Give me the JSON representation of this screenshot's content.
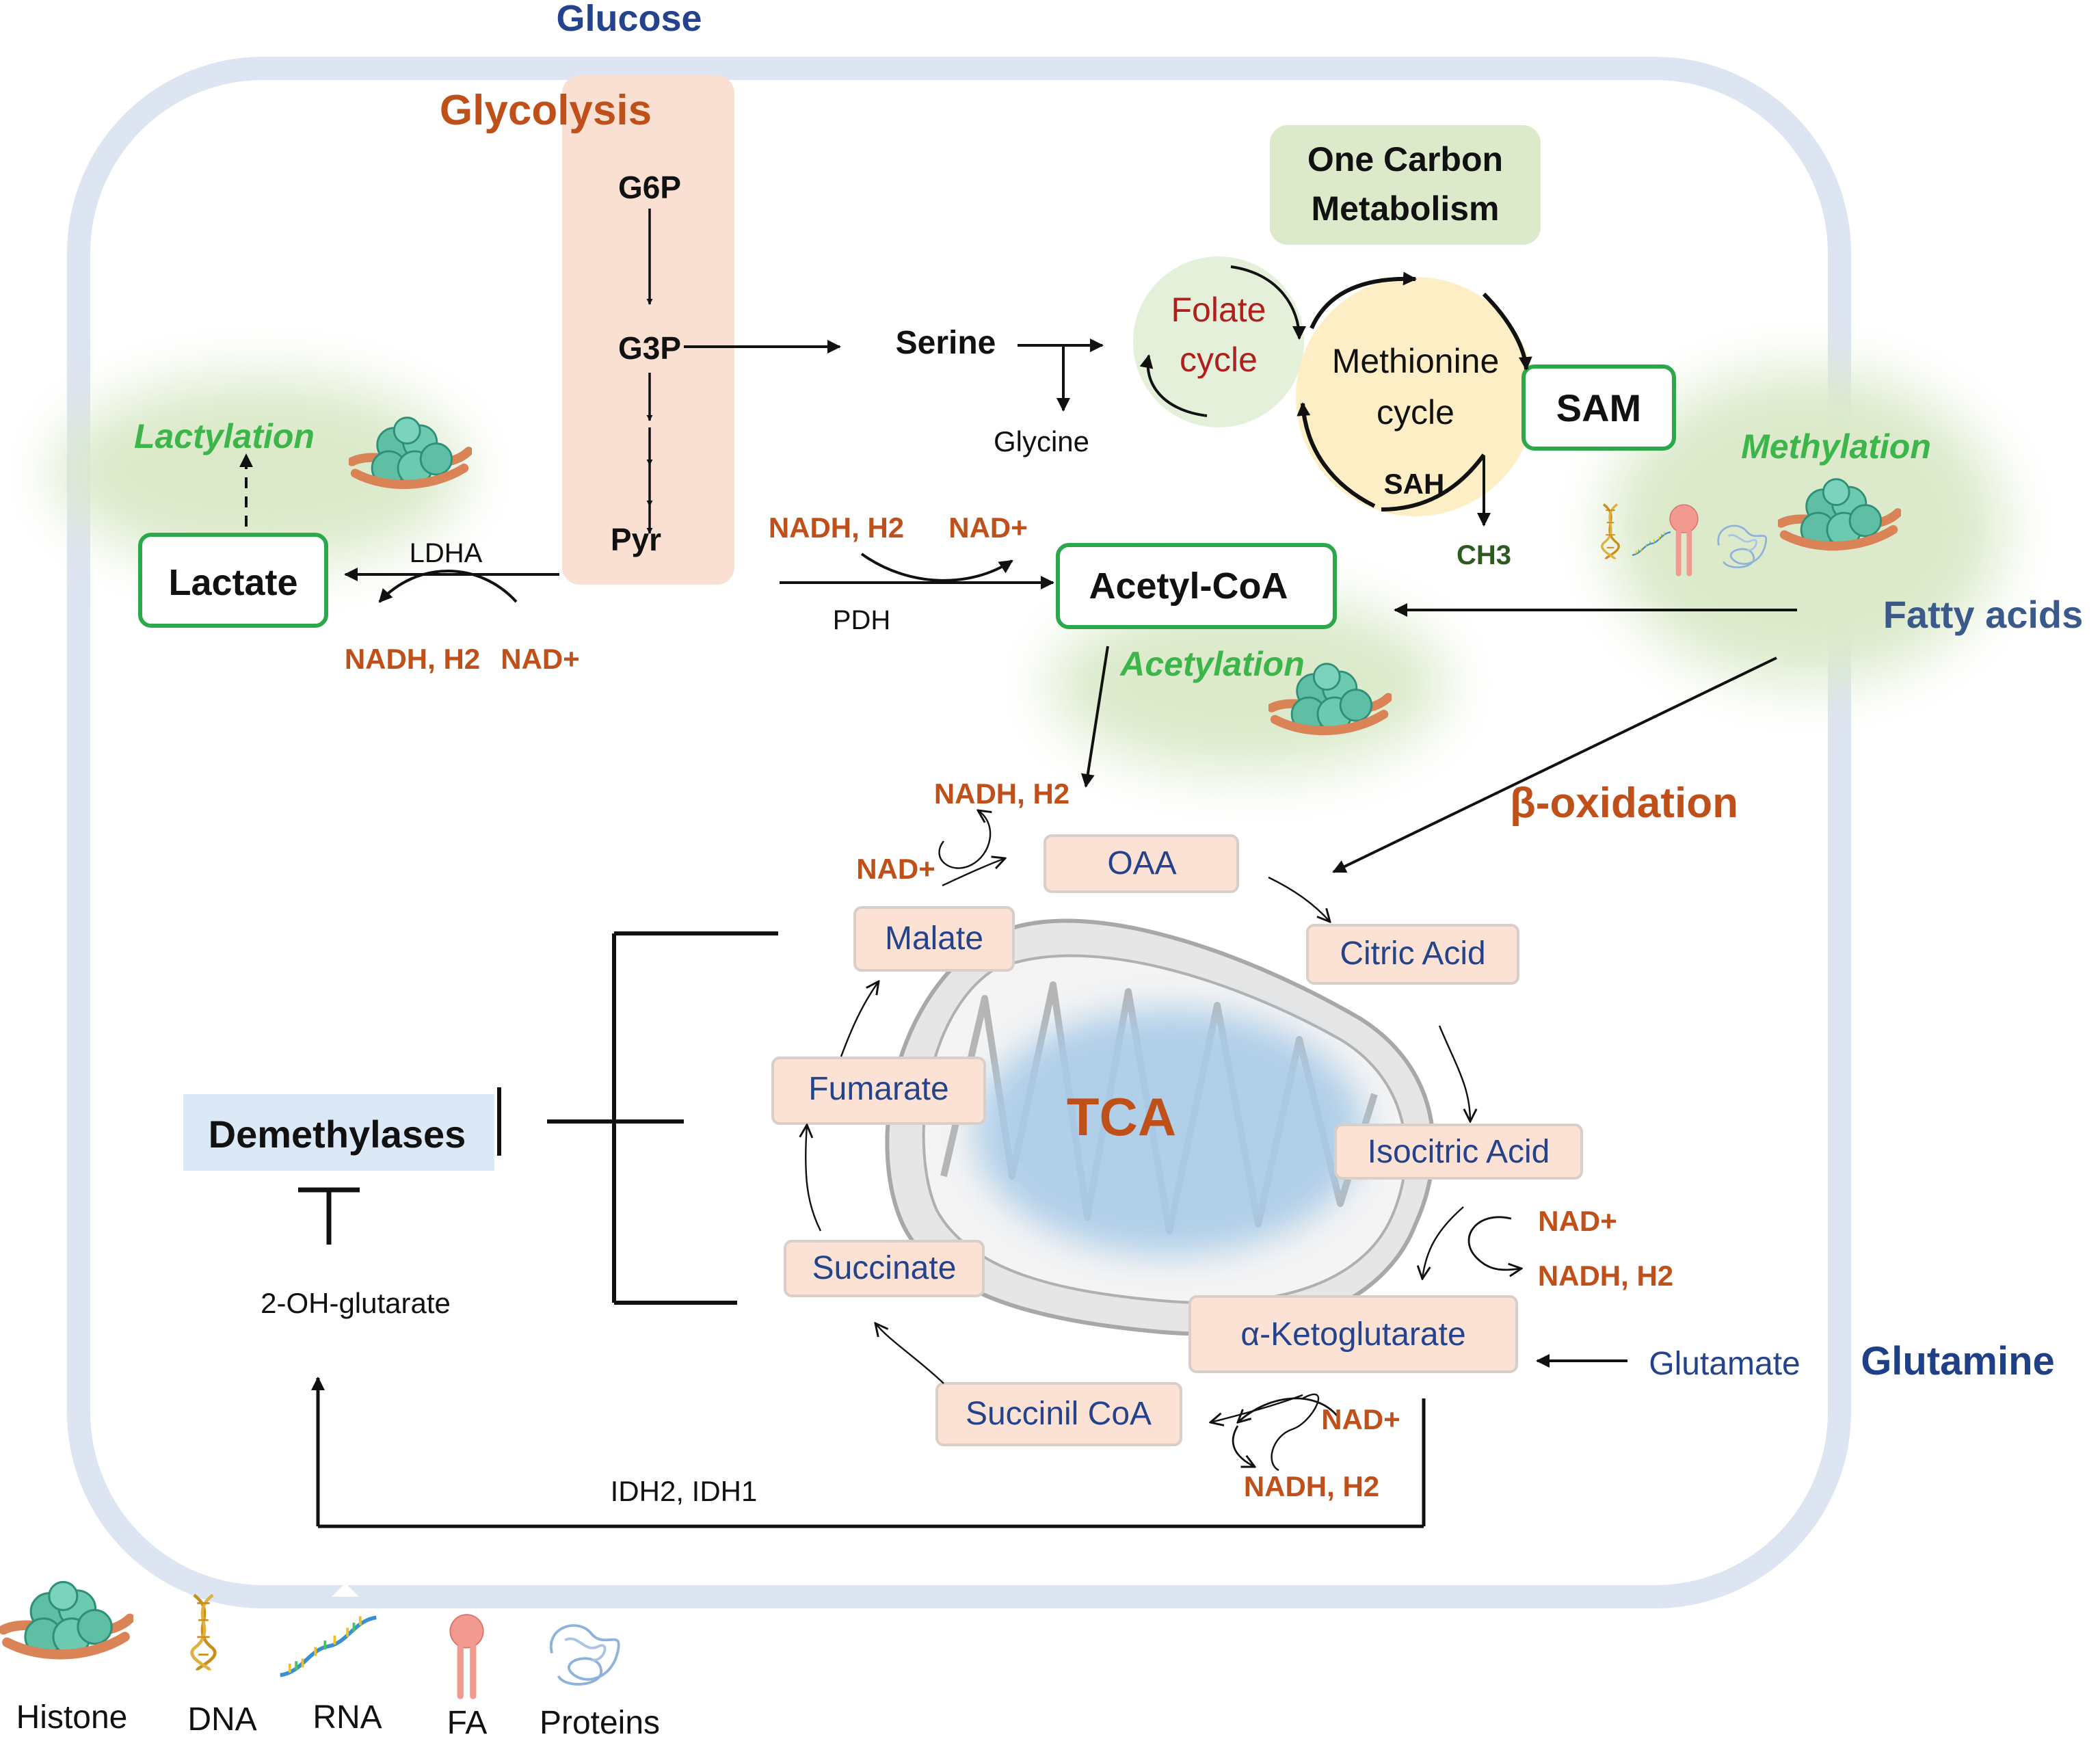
{
  "colors": {
    "cell": "#dde4f2",
    "glycolysis_band": "#f9e0d2",
    "node_fill": "#fbe2d4",
    "node_border": "#d9cfc8",
    "green_bg": "#dceacb",
    "green_box": "#2aa84a",
    "green_text": "#3cb54a",
    "orange": "#c0501a",
    "blue": "#24438c",
    "dark_blue": "#1f3f86",
    "yellow_cycle": "#fdeec6",
    "folate_bg": "#e4f0da",
    "demethylases_bg": "#dbe9f6",
    "mito_blue": "#a9cbe8",
    "black": "#111111"
  },
  "inputs": {
    "glucose": "Glucose",
    "fatty_acids": "Fatty acids",
    "glutamine": "Glutamine"
  },
  "glycolysis": {
    "title": "Glycolysis",
    "g6p": "G6P",
    "g3p": "G3P",
    "pyr": "Pyr"
  },
  "serine": {
    "serine": "Serine",
    "glycine": "Glycine"
  },
  "one_carbon": {
    "title_line1": "One Carbon",
    "title_line2": "Metabolism",
    "folate_line1": "Folate",
    "folate_line2": "cycle",
    "methionine_line1": "Methionine",
    "methionine_line2": "cycle",
    "sah": "SAH",
    "sam": "SAM",
    "ch3": "CH3"
  },
  "lactate": {
    "label": "Lactate",
    "enzyme": "LDHA",
    "cofactor_a": "NADH, H2",
    "cofactor_b": "NAD+",
    "modification": "Lactylation"
  },
  "acetyl": {
    "label": "Acetyl-CoA",
    "enzyme": "PDH",
    "cofactor_a": "NADH, H2",
    "cofactor_b": "NAD+",
    "modification": "Acetylation"
  },
  "methylation": "Methylation",
  "beta_oxidation": "β-oxidation",
  "tca": {
    "title": "TCA",
    "oaa": "OAA",
    "citric_acid": "Citric Acid",
    "isocitric_acid": "Isocitric Acid",
    "alpha_kg": "α-Ketoglutarate",
    "succinil_coa": "Succinil CoA",
    "succinate": "Succinate",
    "fumarate": "Fumarate",
    "malate": "Malate",
    "glutamate": "Glutamate",
    "nadh_h2": "NADH, H2",
    "nad_plus": "NAD+"
  },
  "demethylases": "Demethylases",
  "oh_glutarate": "2-OH-glutarate",
  "idh": "IDH2, IDH1",
  "legend": [
    {
      "label": "Histone",
      "icon": "histone-icon"
    },
    {
      "label": "DNA",
      "icon": "dna-icon"
    },
    {
      "label": "RNA",
      "icon": "rna-icon"
    },
    {
      "label": "FA",
      "icon": "fatty-acid-icon"
    },
    {
      "label": "Proteins",
      "icon": "protein-icon"
    }
  ]
}
